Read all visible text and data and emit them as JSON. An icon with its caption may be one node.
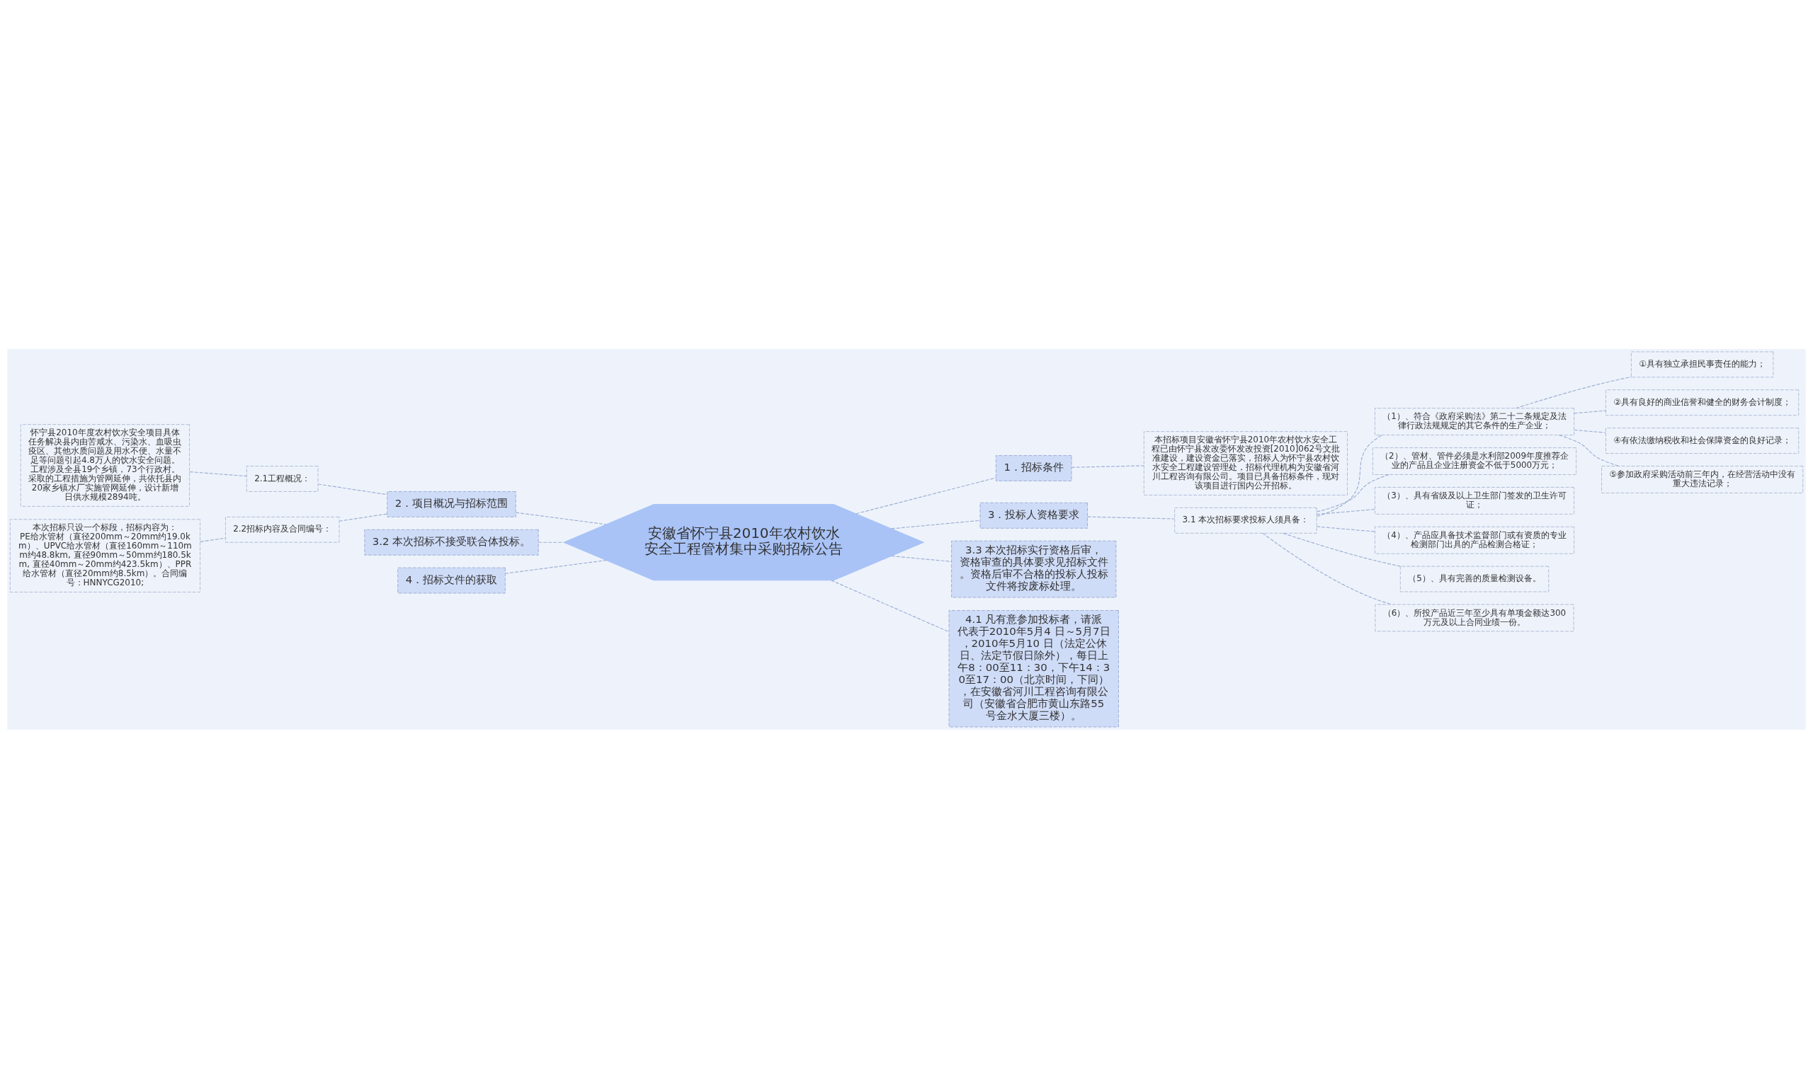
{
  "diagram": {
    "nodes": [
      {
        "text": [
          "安徽省怀宁县2010年农村饮水安全工程管材集中采购招标公告"
        ]
      },
      {
        "text": [
          "1．招标条件"
        ]
      },
      {
        "text": [
          "本招标项目安徽省怀宁县2010年农村饮水安全工程已由怀宁县发改委怀发改投资[2010]062号文批准建设，建设资金已落实，招标人为怀宁县农村饮水安全工程建设管理处，招标代理机构为安徽省河川工程咨询有限公司。项目已具备招标条件，现对该项目进行国内公开招标。"
        ]
      },
      {
        "text": [
          "3．投标人资格要求"
        ]
      },
      {
        "text": [
          "3.1 本次招标要求投标人须具备："
        ]
      },
      {
        "text": [
          "（1）、符合《政府采购法》第二十二条规定及法律行政法规规定的其它条件的生产企业；"
        ]
      },
      {
        "text": [
          "①具有独立承担民事责任的能力；"
        ]
      },
      {
        "text": [
          "②具有良好的商业信誉和健全的财务会计制度；"
        ]
      },
      {
        "text": [
          "④有依法缴纳税收和社会保障资金的良好记录；"
        ]
      },
      {
        "text": [
          "⑤参加政府采购活动前三年内，在经营活动中没有重大违法记录；"
        ]
      },
      {
        "text": [
          "（2）、管材、管件必须是水利部2009年度推荐企业的产品且企业注册资金不低于5000万元；"
        ]
      },
      {
        "text": [
          "（3）、具有省级及以上卫生部门签发的卫生许可证；"
        ]
      },
      {
        "text": [
          "（4）、产品应具备技术监督部门或有资质的专业检测部门出具的产品检测合格证；"
        ]
      },
      {
        "text": [
          "（5）、具有完善的质量检测设备。"
        ]
      },
      {
        "text": [
          "（6）、所投产品近三年至少具有单项金额达300万元及以上合同业绩一份。"
        ]
      },
      {
        "text": [
          "3.3 本次招标实行资格后审，资格审查的具体要求见招标文件。资格后审不合格的投标人投标文件将按废标处理。"
        ]
      },
      {
        "text": [
          "4.1 凡有意参加投标者，请派代表于2010年5月4 日～5月7日，2010年5月10 日（法定公休日、法定节假日除外），每日上午8：00至11：30，下午14：30至17：00（北京时间，下同），在安徽省河川工程咨询有限公司（安徽省合肥市黄山东路55号金水大厦三楼）。"
        ]
      },
      {
        "text": [
          "2．项目概况与招标范围"
        ]
      },
      {
        "text": [
          "2.1工程概况："
        ]
      },
      {
        "text": [
          "怀宁县2010年度农村饮水安全项目具体任务解决县内由苦咸水、污染水、血吸虫疫区、其他水质问题及用水不便、水量不足等问题引起4.8万人的饮水安全问题。工程涉及全县19个乡镇，73个行政村。采取的工程措施为管网延伸，共依托县内20家乡镇水厂实施管网延伸，设计新增日供水规模2894吨。"
        ]
      },
      {
        "text": [
          "2.2招标内容及合同编号："
        ]
      },
      {
        "text": [
          "本次招标只设一个标段，招标内容为： PE给水管材（直径200mm～20mm约19.0km）、UPVC给水管材（直径160mm～110mm约48.8km, 直径90mm～50mm约180.5km, 直径40mm～20mm约423.5km）、PPR给水管材（直径20mm约8.5km）。合同编号：HNNYCG2010;"
        ]
      },
      {
        "text": [
          "3.2 本次招标不接受联合体投标。"
        ]
      },
      {
        "text": [
          "4．招标文件的获取"
        ]
      }
    ],
    "edges": [
      {
        "from": 0,
        "to": 1,
        "arrow": "none"
      },
      {
        "from": 1,
        "to": 2,
        "arrow": "none"
      },
      {
        "from": 0,
        "to": 3,
        "arrow": "none"
      },
      {
        "from": 3,
        "to": 4,
        "arrow": "none"
      },
      {
        "from": 4,
        "to": 5,
        "arrow": "none"
      },
      {
        "from": 5,
        "to": 6,
        "arrow": "none"
      },
      {
        "from": 5,
        "to": 7,
        "arrow": "none"
      },
      {
        "from": 5,
        "to": 8,
        "arrow": "none"
      },
      {
        "from": 5,
        "to": 9,
        "arrow": "none"
      },
      {
        "from": 4,
        "to": 10,
        "arrow": "none"
      },
      {
        "from": 4,
        "to": 11,
        "arrow": "none"
      },
      {
        "from": 4,
        "to": 12,
        "arrow": "none"
      },
      {
        "from": 4,
        "to": 13,
        "arrow": "none"
      },
      {
        "from": 4,
        "to": 14,
        "arrow": "none"
      },
      {
        "from": 0,
        "to": 15,
        "arrow": "none"
      },
      {
        "from": 0,
        "to": 16,
        "arrow": "none"
      },
      {
        "from": 17,
        "to": 0,
        "arrow": "none"
      },
      {
        "from": 18,
        "to": 17,
        "arrow": "none"
      },
      {
        "from": 19,
        "to": 18,
        "arrow": "none"
      },
      {
        "from": 20,
        "to": 17,
        "arrow": "none"
      },
      {
        "from": 21,
        "to": 20,
        "arrow": "none"
      },
      {
        "from": 22,
        "to": 0,
        "arrow": "none"
      },
      {
        "from": 23,
        "to": 0,
        "arrow": "none"
      }
    ]
  }
}
